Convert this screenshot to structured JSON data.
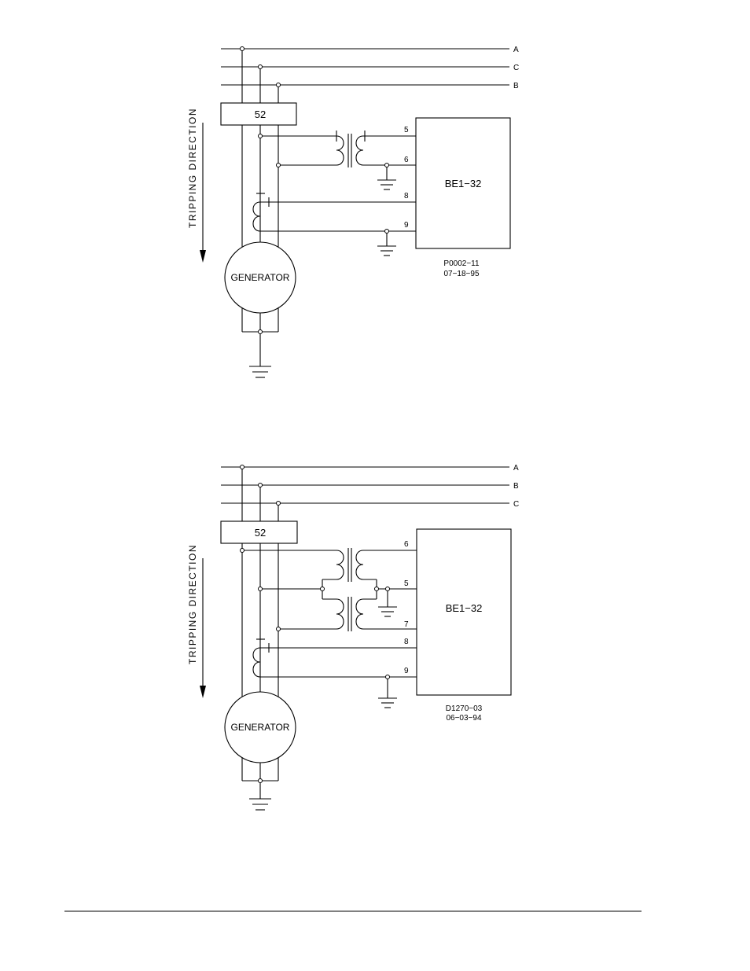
{
  "diagram1": {
    "phase_labels": [
      "A",
      "C",
      "B"
    ],
    "breaker_label": "52",
    "relay_label": "BE1−32",
    "terminals": [
      "5",
      "6",
      "8",
      "9"
    ],
    "direction_label": "TRIPPING  DIRECTION",
    "generator_label": "GENERATOR",
    "drawing_number": "P0002−11",
    "drawing_date": "07−18−95"
  },
  "diagram2": {
    "phase_labels": [
      "A",
      "B",
      "C"
    ],
    "breaker_label": "52",
    "relay_label": "BE1−32",
    "terminals": [
      "6",
      "5",
      "7",
      "8",
      "9"
    ],
    "direction_label": "TRIPPING  DIRECTION",
    "generator_label": "GENERATOR",
    "drawing_number": "D1270−03",
    "drawing_date": "06−03−94"
  }
}
